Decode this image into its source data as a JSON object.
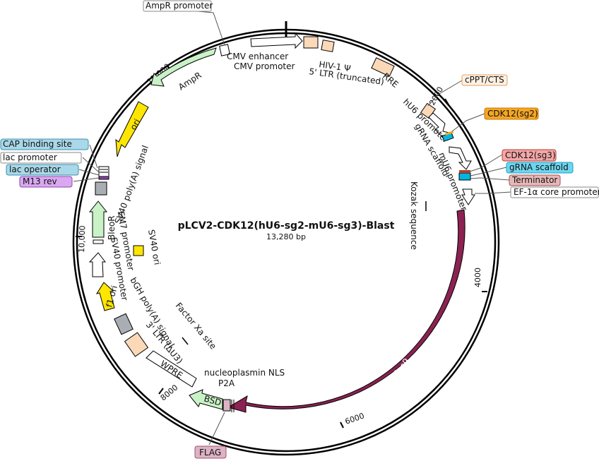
{
  "plasmid": {
    "name": "pLCV2-CDK12(hU6-sg2-mU6-sg3)-Blast",
    "size_label": "13,280 bp"
  },
  "ticks": [
    "2000",
    "4000",
    "6000",
    "8000",
    "10,000",
    "12,000"
  ],
  "features": {
    "cas9": "Cas9",
    "ampr": "AmpR",
    "ori": "ori",
    "f1ori": "f1 ori",
    "bleor": "BleoR",
    "bsd": "BSD",
    "sv40polya": "SV40 poly(A) signal",
    "cmv_enhancer": "CMV enhancer",
    "cmv_promoter": "CMV promoter",
    "hiv_psi": "HIV-1 Ψ",
    "ltr5": "5' LTR (truncated)",
    "rre": "RRE",
    "hu6": "hU6 promoter",
    "grna_scaffold_inner": "gRNA scaffold",
    "mu6": "mU6 promoter",
    "kozak": "Kozak sequence",
    "sv40ori": "SV40 ori",
    "em7": "EM7 promoter",
    "sv40prom": "SV40 promoter",
    "bgh": "bGH poly(A) signal",
    "ltr3": "3' LTR (ΔU3)",
    "factorxa": "Factor Xa site",
    "wpre": "WPRE",
    "nls": "nucleoplasmin NLS",
    "p2a": "P2A"
  },
  "callouts": {
    "ampr_promoter": "AmpR promoter",
    "cppt": "cPPT/CTS",
    "cdk12_sg2": "CDK12(sg2)",
    "cdk12_sg3": "CDK12(sg3)",
    "grna_scaffold": "gRNA scaffold",
    "terminator": "Terminator",
    "ef1a": "EF-1α core promoter",
    "cap_binding": "CAP binding site",
    "lac_promoter": "lac promoter",
    "lac_operator": "lac operator",
    "m13rev": "M13 rev",
    "flag": "FLAG"
  },
  "colors": {
    "cas9": "#8b2252",
    "ampr": "#c9f2c7",
    "ori": "#ffe600",
    "peach": "#fbd9b8",
    "grey": "#a9aeb4",
    "cyan_box": "#6fd6ef",
    "blue_box": "#a9d8e8",
    "orange_box": "#f5a623",
    "red_box": "#f4a7a7",
    "pink_box": "#e6b8b8",
    "purple_box": "#d9a8f0",
    "flag_box": "#dcb3c4"
  }
}
